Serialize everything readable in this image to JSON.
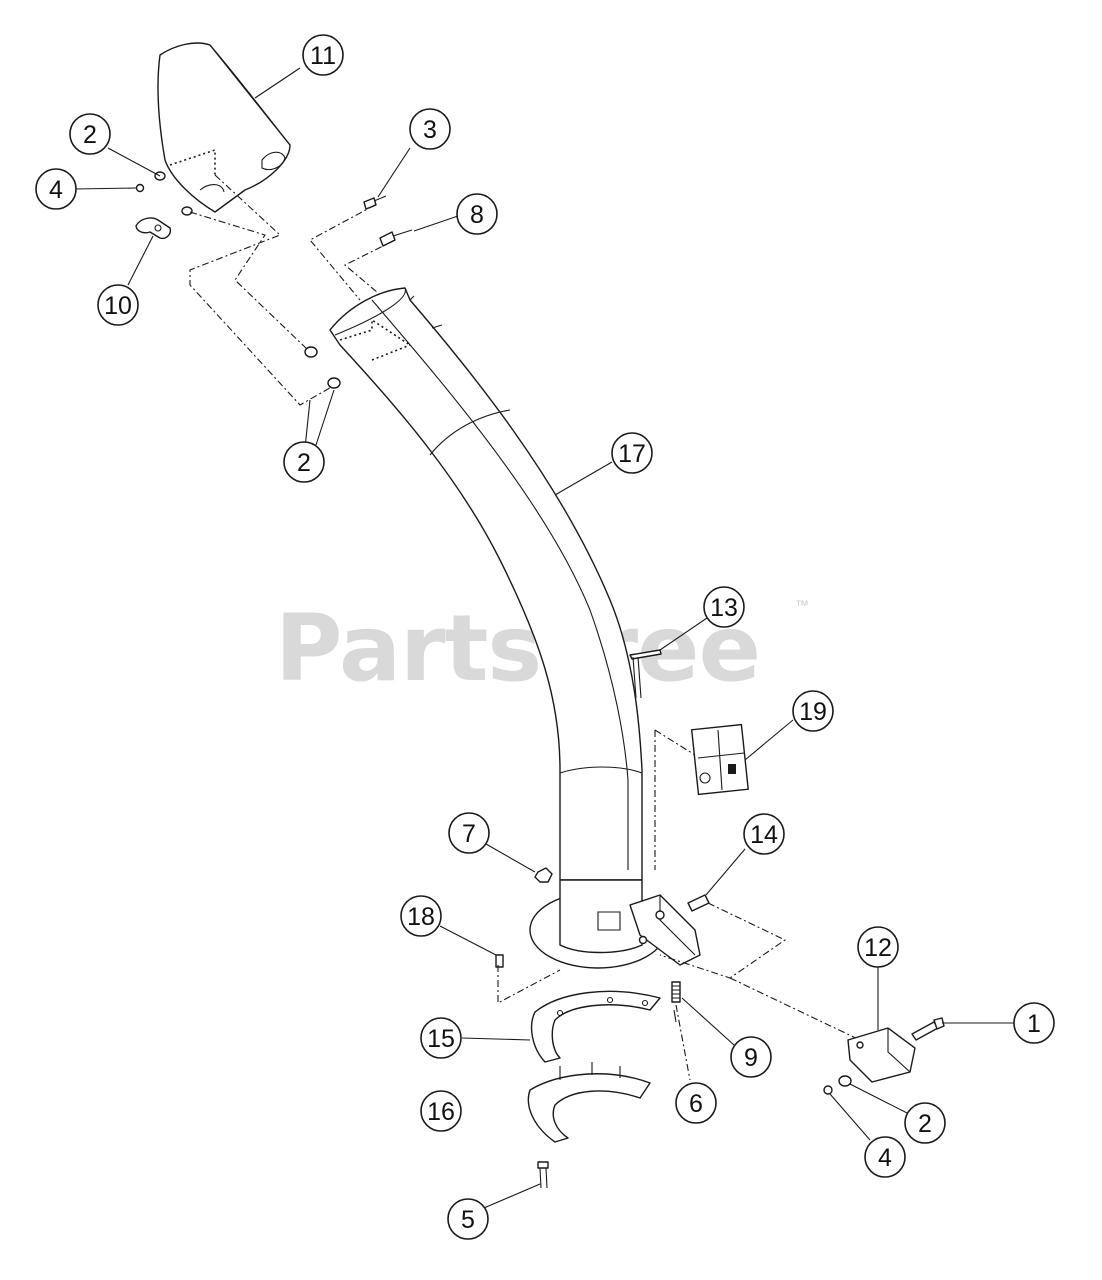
{
  "watermark": {
    "text": "PartsTree",
    "trademark": "™"
  },
  "callouts": [
    {
      "id": "c11",
      "label": "11"
    },
    {
      "id": "c2a",
      "label": "2"
    },
    {
      "id": "c4a",
      "label": "4"
    },
    {
      "id": "c10",
      "label": "10"
    },
    {
      "id": "c3",
      "label": "3"
    },
    {
      "id": "c8",
      "label": "8"
    },
    {
      "id": "c2b",
      "label": "2"
    },
    {
      "id": "c17",
      "label": "17"
    },
    {
      "id": "c13",
      "label": "13"
    },
    {
      "id": "c19",
      "label": "19"
    },
    {
      "id": "c7",
      "label": "7"
    },
    {
      "id": "c14",
      "label": "14"
    },
    {
      "id": "c18",
      "label": "18"
    },
    {
      "id": "c12",
      "label": "12"
    },
    {
      "id": "c1",
      "label": "1"
    },
    {
      "id": "c15",
      "label": "15"
    },
    {
      "id": "c9",
      "label": "9"
    },
    {
      "id": "c6",
      "label": "6"
    },
    {
      "id": "c16",
      "label": "16"
    },
    {
      "id": "c2c",
      "label": "2"
    },
    {
      "id": "c4b",
      "label": "4"
    },
    {
      "id": "c5",
      "label": "5"
    }
  ]
}
